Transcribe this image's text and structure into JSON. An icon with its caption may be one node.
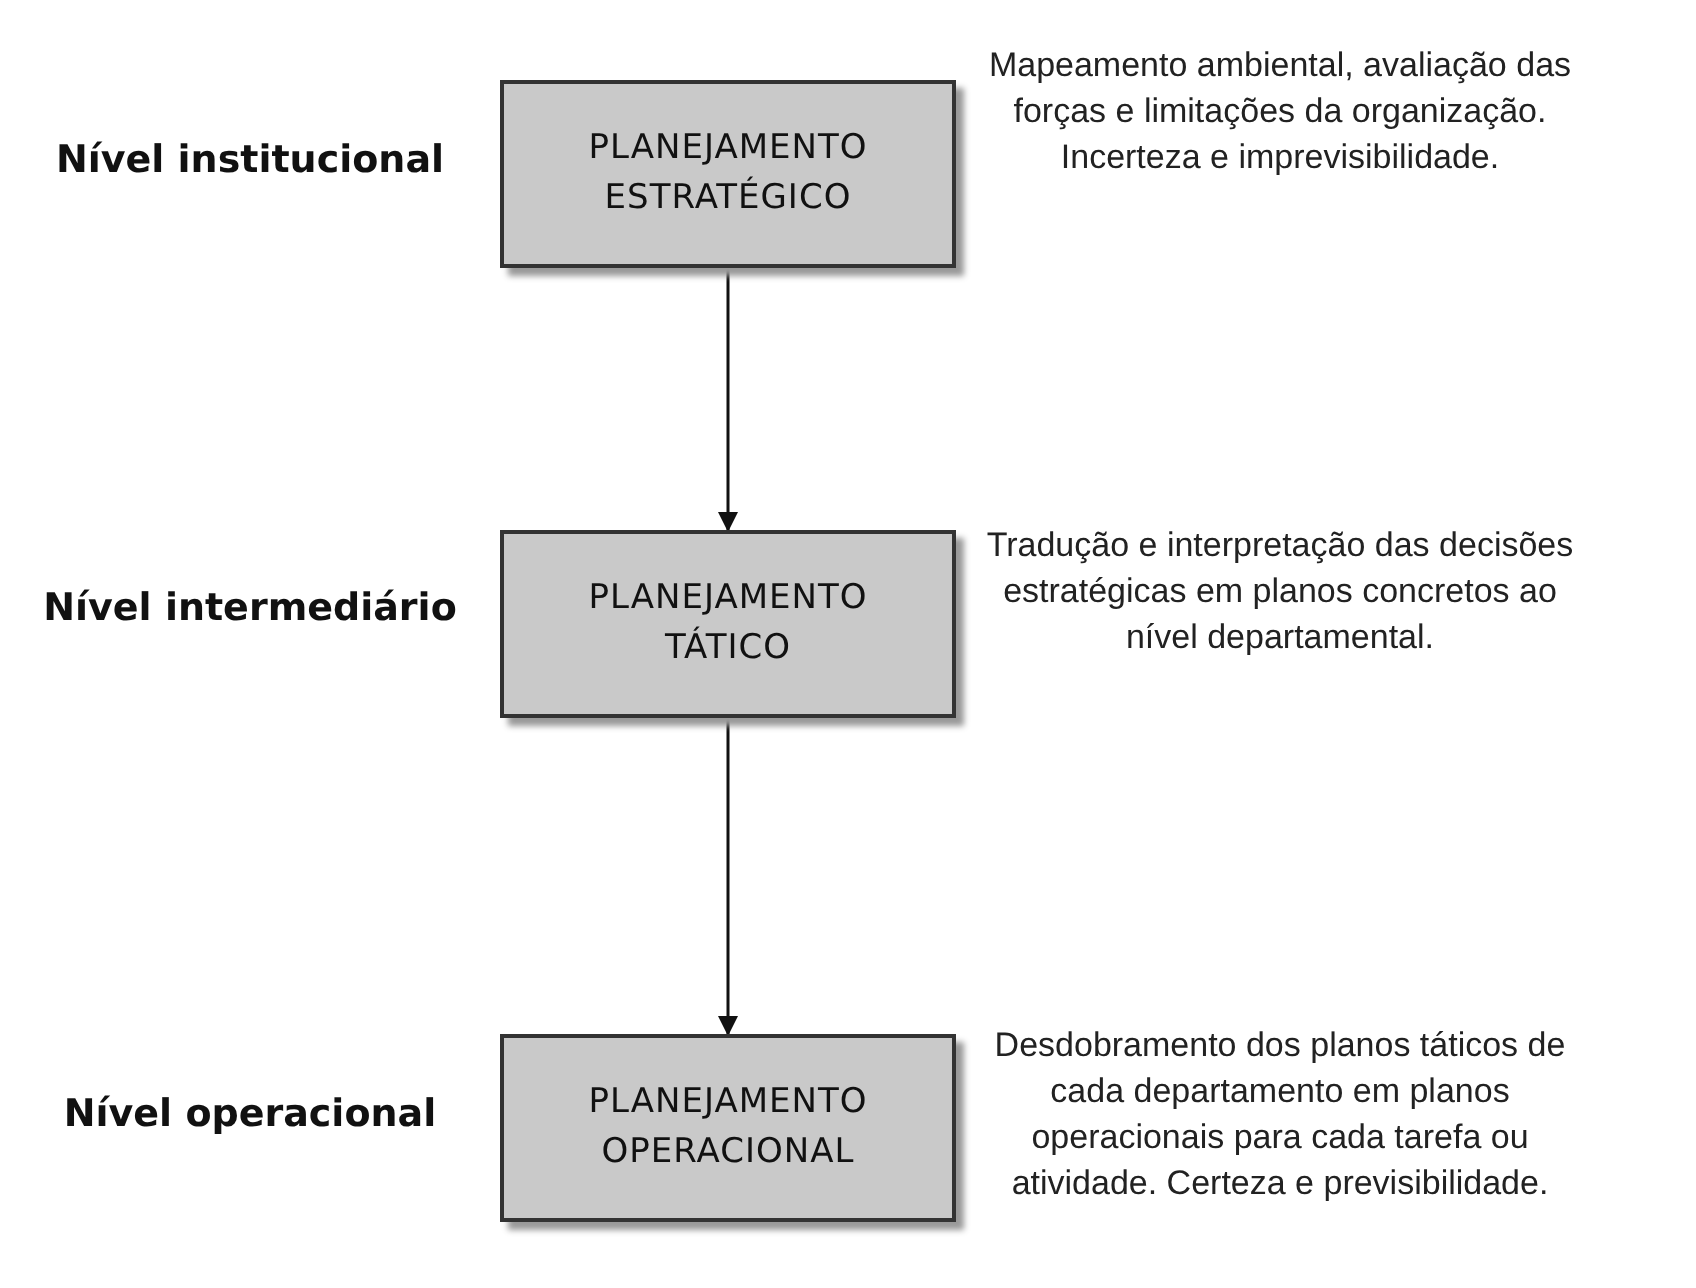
{
  "diagram": {
    "nodes": [
      {
        "text": [
          "PLANEJAMENTO ESTRATÉGICO"
        ],
        "beside": [
          "Nível institucional",
          "Mapeamento ambiental, avaliação das forças e limitações da organização. Incerteza e imprevisibilidade."
        ]
      },
      {
        "text": [
          "PLANEJAMENTO TÁTICO"
        ],
        "beside": [
          "Nível intermediário",
          "Tradução e interpretação das decisões estratégicas em planos concretos ao nível departamental."
        ]
      },
      {
        "text": [
          "PLANEJAMENTO OPERACIONAL"
        ],
        "beside": [
          "Nível operacional",
          "Desdobramento dos planos táticos de cada departamento em planos operacionais para cada tarefa ou atividade. Certeza e previsibilidade."
        ]
      }
    ],
    "edges": [
      {
        "from": 0,
        "to": 1,
        "arrow": "to"
      },
      {
        "from": 1,
        "to": 2,
        "arrow": "to"
      }
    ]
  }
}
